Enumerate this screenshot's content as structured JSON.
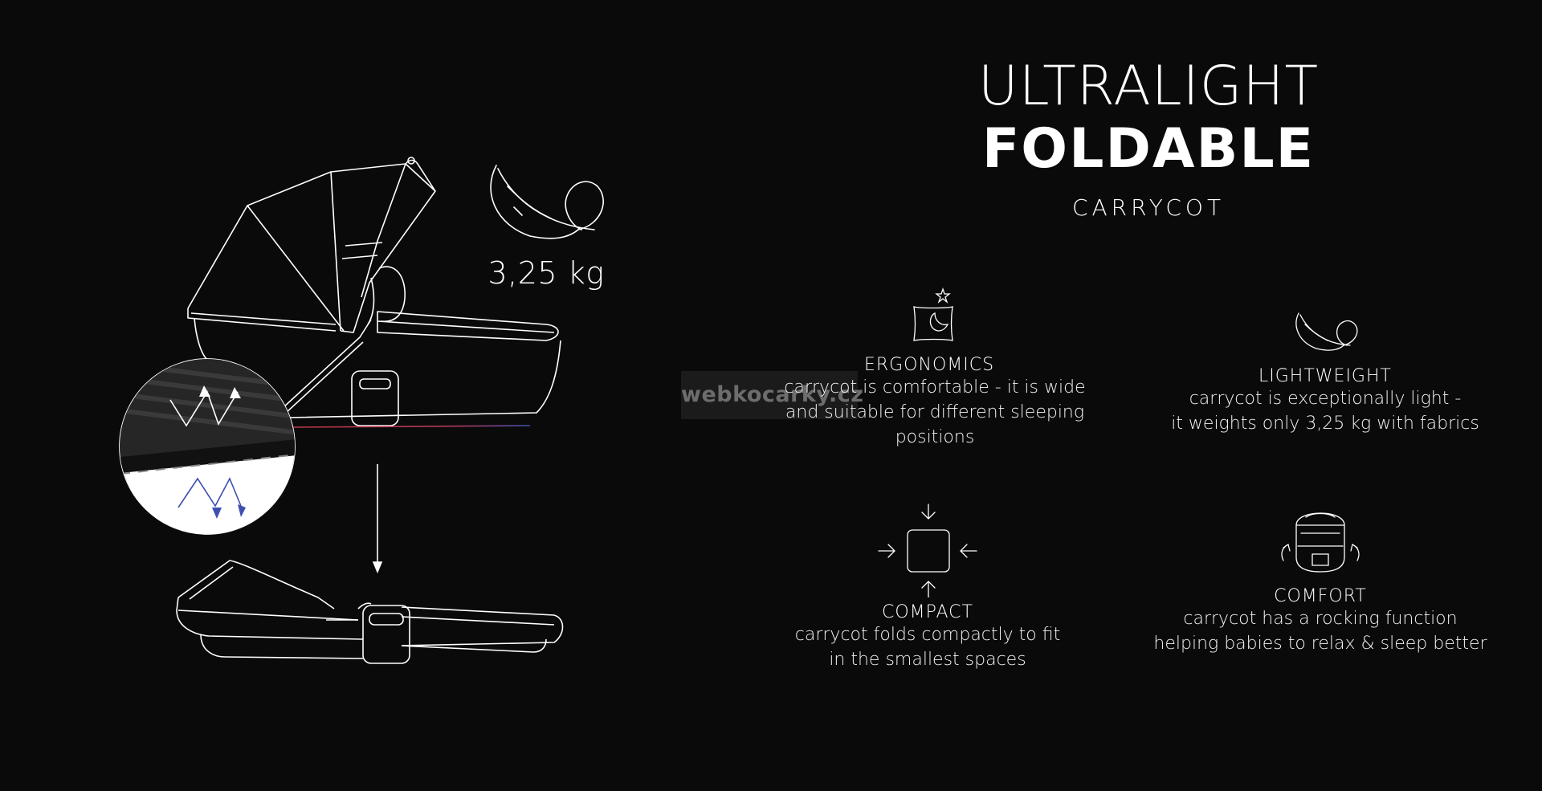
{
  "headline": {
    "line1": "ULTRALIGHT",
    "line2": "FOLDABLE",
    "line3": "CARRYCOT"
  },
  "weight": {
    "label": "3,25 kg"
  },
  "watermark": {
    "text": "webkocarky.cz"
  },
  "features": {
    "ergonomics": {
      "title": "ERGONOMICS",
      "desc1": "carrycot is comfortable - it is wide",
      "desc2": "and suitable for different sleeping",
      "desc3": "positions",
      "icon": "pillow-moon-star-icon"
    },
    "lightweight": {
      "title": "LIGHTWEIGHT",
      "desc1": "carrycot is exceptionally light -",
      "desc2": "it weights only 3,25 kg with fabrics",
      "icon": "feather-icon"
    },
    "compact": {
      "title": "COMPACT",
      "desc1": "carrycot folds compactly to fit",
      "desc2": "in the smallest spaces",
      "icon": "compress-arrows-icon"
    },
    "comfort": {
      "title": "COMFORT",
      "desc1": "carrycot has a rocking function",
      "desc2": "helping babies to relax & sleep better",
      "icon": "rocking-carrycot-icon"
    }
  },
  "colors": {
    "background": "#0a0a0a",
    "line": "#ffffff",
    "accent_red": "#c0394b",
    "accent_blue": "#3f4fb0"
  }
}
